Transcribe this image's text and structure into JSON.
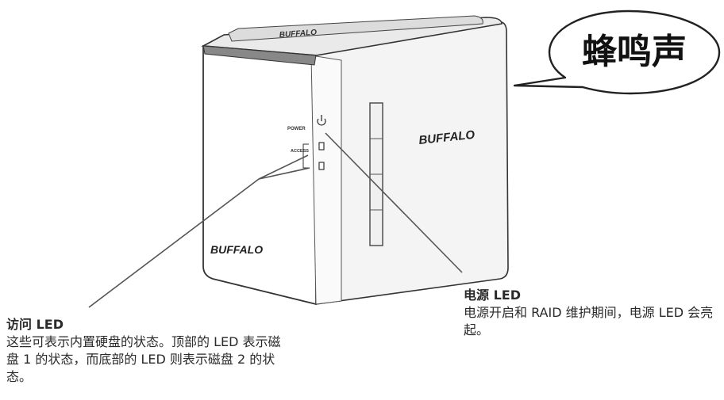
{
  "bubble": {
    "text": "蜂鸣声"
  },
  "device": {
    "brand_top": "BUFFALO",
    "brand_side": "BUFFALO",
    "brand_front": "BUFFALO",
    "label_power": "POWER",
    "label_access": "ACCESS"
  },
  "callouts": {
    "power": {
      "title": "电源 LED",
      "body": "电源开启和 RAID 维护期间，电源 LED 会亮起。"
    },
    "access": {
      "title": "访问 LED",
      "body": "这些可表示内置硬盘的状态。顶部的 LED 表示磁盘 1 的状态，而底部的 LED 则表示磁盘 2 的状态。"
    }
  }
}
